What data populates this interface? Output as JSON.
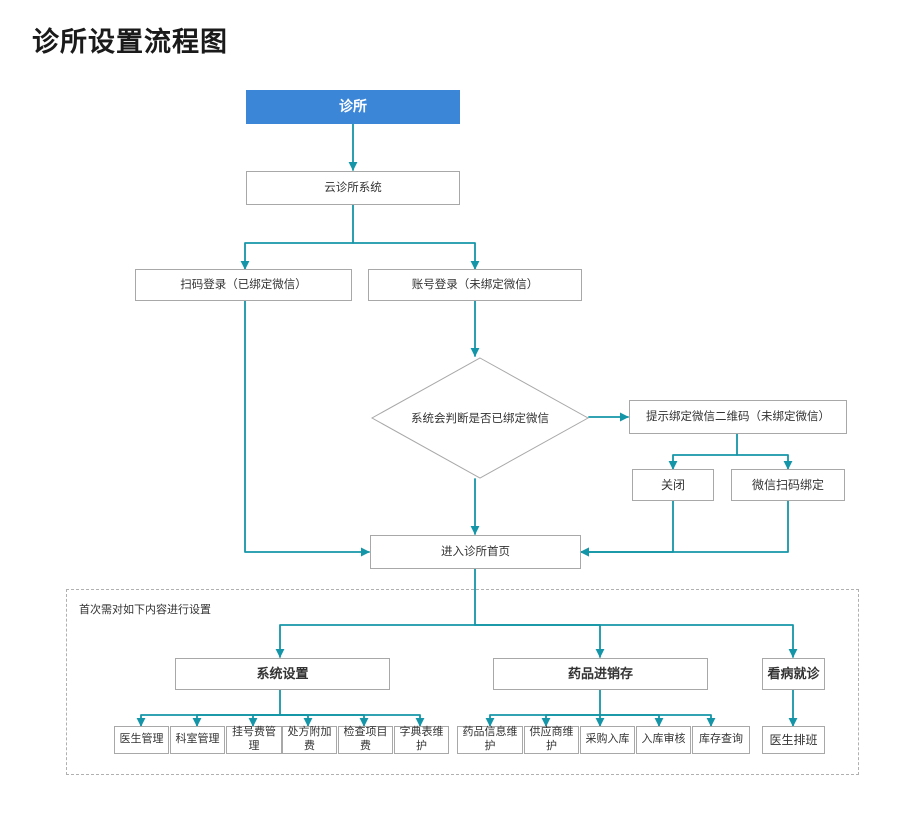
{
  "title": "诊所设置流程图",
  "theme": {
    "root_fill": "#3c86d8",
    "root_text": "#ffffff",
    "node_border": "#a8a8a8",
    "node_fill": "#ffffff",
    "node_text": "#333333",
    "connector": "#1596a8",
    "dashed_border": "#b0b0b0",
    "title_color": "#1a1a1a"
  },
  "flow": {
    "root": {
      "label": "诊所"
    },
    "system": {
      "label": "云诊所系统"
    },
    "login": [
      {
        "label": "扫码登录（已绑定微信）"
      },
      {
        "label": "账号登录（未绑定微信）"
      }
    ],
    "decision": {
      "label": "系统会判断是否已绑定微信"
    },
    "bind_prompt": {
      "label": "提示绑定微信二维码（未绑定微信）"
    },
    "bind_actions": [
      {
        "label": "关闭"
      },
      {
        "label": "微信扫码绑定"
      }
    ],
    "home": {
      "label": "进入诊所首页"
    }
  },
  "setup_region": {
    "note": "首次需对如下内容进行设置",
    "groups": [
      {
        "head": "系统设置",
        "children": [
          {
            "label": "医生管理"
          },
          {
            "label": "科室管理"
          },
          {
            "label": "挂号费管理"
          },
          {
            "label": "处方附加费"
          },
          {
            "label": "检查项目费"
          },
          {
            "label": "字典表维护"
          }
        ]
      },
      {
        "head": "药品进销存",
        "children": [
          {
            "label": "药品信息维护"
          },
          {
            "label": "供应商维护"
          },
          {
            "label": "采购入库"
          },
          {
            "label": "入库审核"
          },
          {
            "label": "库存查询"
          }
        ]
      },
      {
        "head": "看病就诊",
        "children": [
          {
            "label": "医生排班"
          }
        ]
      }
    ]
  }
}
